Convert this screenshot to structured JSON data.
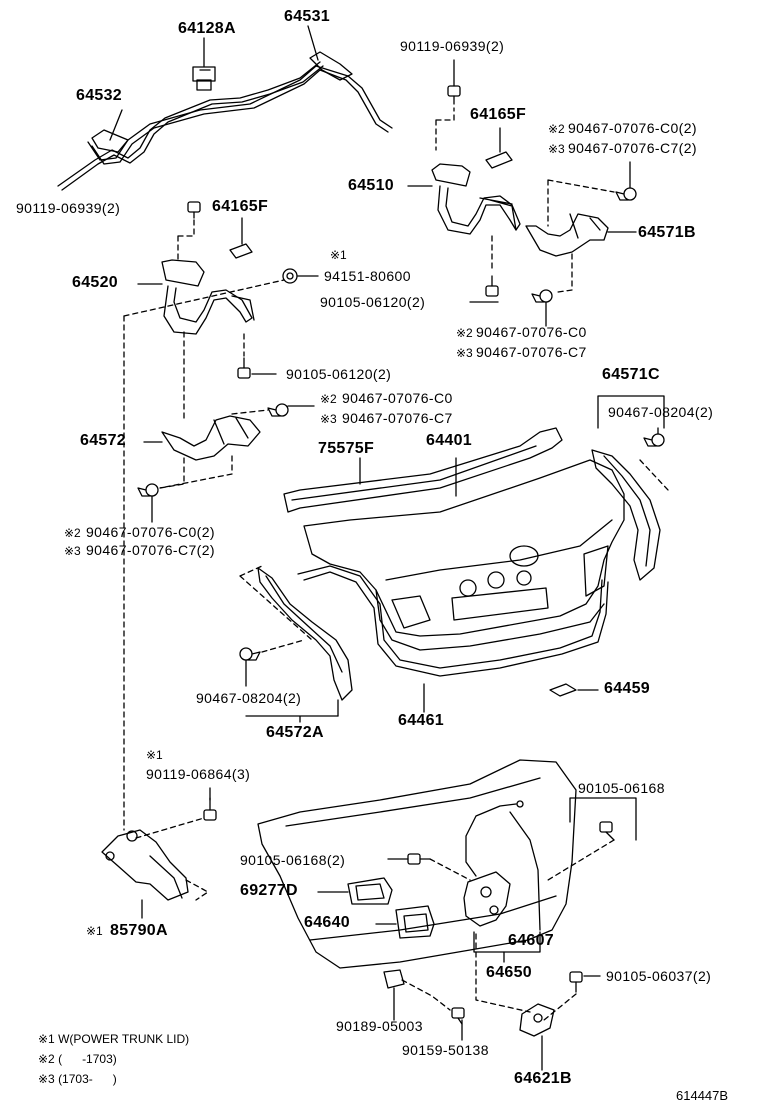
{
  "diagram_code": "614447B",
  "parts": {
    "p64128A": "64128A",
    "p64531": "64531",
    "p64532": "64532",
    "p90119_06939_top": "90119-06939(2)",
    "p64165F_top": "64165F",
    "note_s2_top": "※2",
    "p90467_07076_C0_top": "90467-07076-C0(2)",
    "note_s3_top": "※3",
    "p90467_07076_C7_top": "90467-07076-C7(2)",
    "p64510": "64510",
    "p64571B": "64571B",
    "p90119_06939_left": "90119-06939(2)",
    "p64165F_left": "64165F",
    "note_s1_a": "※1",
    "p94151_80600": "94151-80600",
    "p64520": "64520",
    "p90105_06120_right": "90105-06120(2)",
    "note_s2_mid": "※2",
    "p90467_07076_C0_mid": "90467-07076-C0",
    "note_s3_mid": "※3",
    "p90467_07076_C7_mid": "90467-07076-C7",
    "p90105_06120_left": "90105-06120(2)",
    "p64571C": "64571C",
    "note_s2_b": "※2",
    "p90467_07076_C0_b": "90467-07076-C0",
    "note_s3_b": "※3",
    "p90467_07076_C7_b": "90467-07076-C7",
    "p90467_08204_right": "90467-08204(2)",
    "p64572": "64572",
    "p75575F": "75575F",
    "p64401": "64401",
    "note_s2_c": "※2",
    "p90467_07076_C0_c": "90467-07076-C0(2)",
    "note_s3_c": "※3",
    "p90467_07076_C7_c": "90467-07076-C7(2)",
    "p90467_08204_left": "90467-08204(2)",
    "p64459": "64459",
    "p64572A": "64572A",
    "p64461": "64461",
    "note_s1_b": "※1",
    "p90119_06864": "90119-06864(3)",
    "p90105_06168_right": "90105-06168",
    "p90105_06168_left": "90105-06168(2)",
    "p69277D": "69277D",
    "note_s1_c": "※1",
    "p85790A": "85790A",
    "p64640": "64640",
    "p64607": "64607",
    "p64650": "64650",
    "p90105_06037": "90105-06037(2)",
    "p90189_05003": "90189-05003",
    "p90159_50138": "90159-50138",
    "p64621B": "64621B"
  },
  "legend": {
    "s1": "※1 W(POWER TRUNK LID)",
    "s2": "※2 (      -1703)",
    "s3": "※3 (1703-      )"
  }
}
